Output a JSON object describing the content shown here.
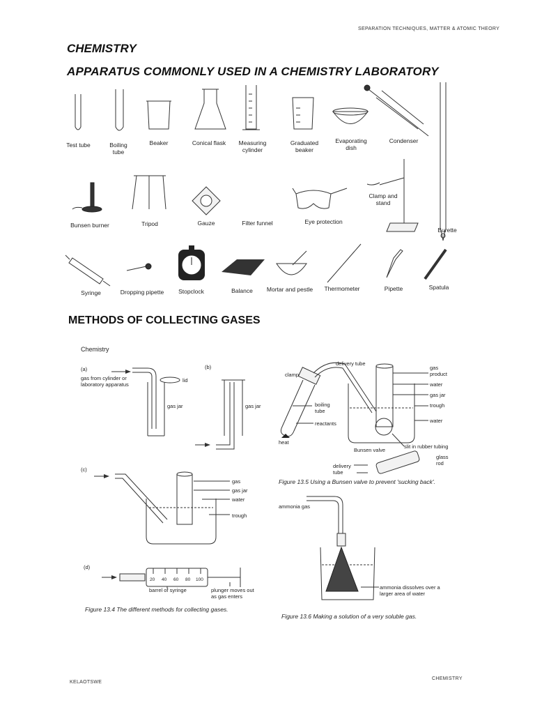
{
  "header": {
    "running_title": "SEPARATION TECHNIQUES, MATTER & ATOMIC THEORY",
    "subject": "CHEMISTRY",
    "section_title": "APPARATUS COMMONLY USED IN A CHEMISTRY LABORATORY"
  },
  "apparatus": {
    "row1": [
      "Test tube",
      "Boiling tube",
      "Beaker",
      "Conical flask",
      "Measuring cylinder",
      "Graduated beaker",
      "Evaporating dish",
      "Condenser"
    ],
    "row2": [
      "Bunsen burner",
      "Tripod",
      "Gauze",
      "Filter funnel",
      "Eye protection",
      "Clamp and stand",
      "Burette"
    ],
    "row3": [
      "Syringe",
      "Dropping pipette",
      "Stopclock",
      "Balance",
      "Mortar and pestle",
      "Thermometer",
      "Pipette",
      "Spatula"
    ]
  },
  "gases": {
    "title": "METHODS OF COLLECTING GASES",
    "fig134": {
      "heading": "Chemistry",
      "a": {
        "tag": "(a)",
        "source": "gas from cylinder or laboratory apparatus",
        "lid": "lid",
        "jar": "gas jar"
      },
      "b": {
        "tag": "(b)",
        "jar": "gas jar"
      },
      "c": {
        "tag": "(c)",
        "labels": [
          "gas",
          "gas jar",
          "water",
          "trough"
        ]
      },
      "d": {
        "tag": "(d)",
        "scale": [
          "20",
          "40",
          "60",
          "80",
          "100"
        ],
        "barrel": "barrel of syringe",
        "plunger": "plunger moves out as gas enters"
      },
      "caption": "Figure 13.4 The different methods for collecting gases."
    },
    "fig135": {
      "delivery_tube": "delivery tube",
      "clamp": "clamp",
      "gas_product": "gas product",
      "water": "water",
      "gas_jar": "gas jar",
      "trough": "trough",
      "water2": "water",
      "boiling_tube": "boiling tube",
      "reactants": "reactants",
      "heat": "heat",
      "bunsen_valve": "Bunsen valve",
      "slit": "slit in rubber tubing",
      "glass_rod": "glass rod",
      "delivery_tube2": "delivery tube",
      "caption": "Figure 13.5 Using a Bunsen valve to prevent 'sucking back'."
    },
    "fig136": {
      "ammonia_gas": "ammonia gas",
      "dissolves": "ammonia dissolves over a larger area of water",
      "caption": "Figure 13.6 Making a solution of a very soluble gas."
    }
  },
  "footer": {
    "left": "KELAOTSWE",
    "right": "CHEMISTRY"
  }
}
